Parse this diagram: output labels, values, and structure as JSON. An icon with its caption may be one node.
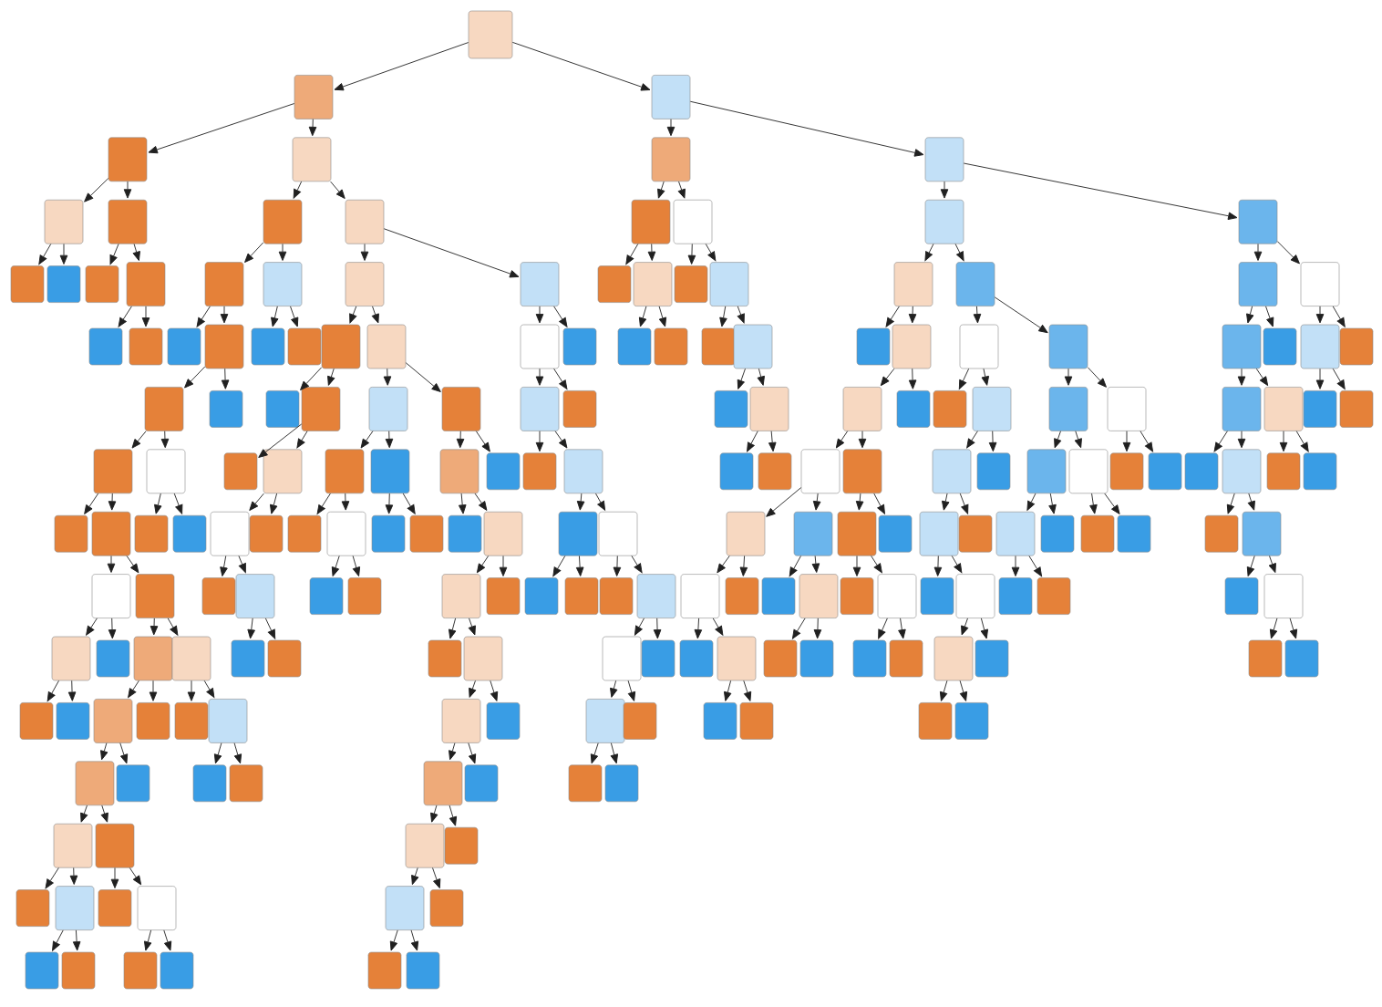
{
  "diagram": {
    "nodes": [
      {
        "text": [],
        "shape": "box"
      },
      {
        "text": [],
        "shape": "box"
      },
      {
        "text": [],
        "shape": "box"
      },
      {
        "text": [],
        "shape": "box"
      },
      {
        "text": [],
        "shape": "box"
      },
      {
        "text": [],
        "shape": "box"
      },
      {
        "text": [],
        "shape": "box"
      },
      {
        "text": [],
        "shape": "box"
      },
      {
        "text": [],
        "shape": "box"
      },
      {
        "text": [],
        "shape": "box"
      },
      {
        "text": [],
        "shape": "box"
      },
      {
        "text": [],
        "shape": "box"
      },
      {
        "text": [],
        "shape": "box"
      },
      {
        "text": [],
        "shape": "box"
      },
      {
        "text": [],
        "shape": "box"
      },
      {
        "text": [],
        "shape": "box"
      },
      {
        "text": [],
        "shape": "box"
      },
      {
        "text": [],
        "shape": "box"
      },
      {
        "text": [],
        "shape": "box"
      },
      {
        "text": [],
        "shape": "box"
      },
      {
        "text": [],
        "shape": "box"
      },
      {
        "text": [],
        "shape": "box"
      },
      {
        "text": [],
        "shape": "box"
      },
      {
        "text": [],
        "shape": "box"
      },
      {
        "text": [],
        "shape": "box"
      },
      {
        "text": [],
        "shape": "box"
      },
      {
        "text": [],
        "shape": "box"
      },
      {
        "text": [],
        "shape": "box"
      },
      {
        "text": [],
        "shape": "box"
      },
      {
        "text": [],
        "shape": "box"
      },
      {
        "text": [],
        "shape": "box"
      },
      {
        "text": [],
        "shape": "box"
      },
      {
        "text": [],
        "shape": "box"
      },
      {
        "text": [],
        "shape": "box"
      },
      {
        "text": [],
        "shape": "box"
      },
      {
        "text": [],
        "shape": "box"
      },
      {
        "text": [],
        "shape": "box"
      },
      {
        "text": [],
        "shape": "box"
      },
      {
        "text": [],
        "shape": "box"
      },
      {
        "text": [],
        "shape": "box"
      },
      {
        "text": [],
        "shape": "box"
      },
      {
        "text": [],
        "shape": "box"
      },
      {
        "text": [],
        "shape": "box"
      },
      {
        "text": [],
        "shape": "box"
      },
      {
        "text": [],
        "shape": "box"
      },
      {
        "text": [],
        "shape": "box"
      },
      {
        "text": [],
        "shape": "box"
      },
      {
        "text": [],
        "shape": "box"
      },
      {
        "text": [],
        "shape": "box"
      },
      {
        "text": [],
        "shape": "box"
      },
      {
        "text": [],
        "shape": "box"
      },
      {
        "text": [],
        "shape": "box"
      },
      {
        "text": [],
        "shape": "box"
      },
      {
        "text": [],
        "shape": "box"
      },
      {
        "text": [],
        "shape": "box"
      },
      {
        "text": [],
        "shape": "box"
      },
      {
        "text": [],
        "shape": "box"
      },
      {
        "text": [],
        "shape": "box"
      },
      {
        "text": [],
        "shape": "box"
      },
      {
        "text": [],
        "shape": "box"
      },
      {
        "text": [],
        "shape": "box"
      },
      {
        "text": [],
        "shape": "box"
      },
      {
        "text": [],
        "shape": "box"
      },
      {
        "text": [],
        "shape": "box"
      },
      {
        "text": [],
        "shape": "box"
      },
      {
        "text": [],
        "shape": "box"
      },
      {
        "text": [],
        "shape": "box"
      },
      {
        "text": [],
        "shape": "box"
      },
      {
        "text": [],
        "shape": "box"
      },
      {
        "text": [],
        "shape": "box"
      },
      {
        "text": [],
        "shape": "box"
      },
      {
        "text": [],
        "shape": "box"
      },
      {
        "text": [],
        "shape": "box"
      },
      {
        "text": [],
        "shape": "box"
      },
      {
        "text": [],
        "shape": "box"
      },
      {
        "text": [],
        "shape": "box"
      },
      {
        "text": [],
        "shape": "box"
      },
      {
        "text": [],
        "shape": "box"
      },
      {
        "text": [],
        "shape": "box"
      },
      {
        "text": [],
        "shape": "box"
      },
      {
        "text": [],
        "shape": "box"
      },
      {
        "text": [],
        "shape": "box"
      },
      {
        "text": [],
        "shape": "box"
      },
      {
        "text": [],
        "shape": "box"
      },
      {
        "text": [],
        "shape": "box"
      },
      {
        "text": [],
        "shape": "box"
      },
      {
        "text": [],
        "shape": "box"
      },
      {
        "text": [],
        "shape": "box"
      },
      {
        "text": [],
        "shape": "box"
      },
      {
        "text": [],
        "shape": "box"
      },
      {
        "text": [],
        "shape": "box"
      },
      {
        "text": [],
        "shape": "box"
      },
      {
        "text": [],
        "shape": "box"
      },
      {
        "text": [],
        "shape": "box"
      },
      {
        "text": [],
        "shape": "box"
      },
      {
        "text": [],
        "shape": "box"
      },
      {
        "text": [],
        "shape": "box"
      },
      {
        "text": [],
        "shape": "box"
      },
      {
        "text": [],
        "shape": "box"
      },
      {
        "text": [],
        "shape": "box"
      },
      {
        "text": [],
        "shape": "box"
      },
      {
        "text": [],
        "shape": "box"
      },
      {
        "text": [],
        "shape": "box"
      },
      {
        "text": [],
        "shape": "box"
      },
      {
        "text": [],
        "shape": "box"
      },
      {
        "text": [],
        "shape": "box"
      },
      {
        "text": [],
        "shape": "box"
      },
      {
        "text": [],
        "shape": "box"
      },
      {
        "text": [],
        "shape": "box"
      },
      {
        "text": [],
        "shape": "box"
      },
      {
        "text": [],
        "shape": "box"
      },
      {
        "text": [],
        "shape": "box"
      },
      {
        "text": [],
        "shape": "box"
      },
      {
        "text": [],
        "shape": "box"
      },
      {
        "text": [],
        "shape": "box"
      },
      {
        "text": [],
        "shape": "box"
      },
      {
        "text": [],
        "shape": "box"
      },
      {
        "text": [],
        "shape": "box"
      },
      {
        "text": [],
        "shape": "box"
      },
      {
        "text": [],
        "shape": "box"
      },
      {
        "text": [],
        "shape": "box"
      },
      {
        "text": [],
        "shape": "box"
      },
      {
        "text": [],
        "shape": "box"
      },
      {
        "text": [],
        "shape": "box"
      },
      {
        "text": [],
        "shape": "box"
      },
      {
        "text": [],
        "shape": "box"
      },
      {
        "text": [],
        "shape": "box"
      },
      {
        "text": [],
        "shape": "box"
      },
      {
        "text": [],
        "shape": "box"
      },
      {
        "text": [],
        "shape": "box"
      },
      {
        "text": [],
        "shape": "box"
      },
      {
        "text": [],
        "shape": "box"
      },
      {
        "text": [],
        "shape": "box"
      },
      {
        "text": [],
        "shape": "box"
      },
      {
        "text": [],
        "shape": "box"
      },
      {
        "text": [],
        "shape": "box"
      },
      {
        "text": [],
        "shape": "box"
      },
      {
        "text": [],
        "shape": "box"
      },
      {
        "text": [],
        "shape": "box"
      },
      {
        "text": [],
        "shape": "box"
      },
      {
        "text": [],
        "shape": "box"
      },
      {
        "text": [],
        "shape": "box"
      },
      {
        "text": [],
        "shape": "box"
      },
      {
        "text": [],
        "shape": "box"
      },
      {
        "text": [],
        "shape": "box"
      },
      {
        "text": [],
        "shape": "box"
      },
      {
        "text": [],
        "shape": "box"
      },
      {
        "text": [],
        "shape": "box"
      },
      {
        "text": [],
        "shape": "box"
      },
      {
        "text": [],
        "shape": "box"
      },
      {
        "text": [],
        "shape": "box"
      },
      {
        "text": [],
        "shape": "box"
      },
      {
        "text": [],
        "shape": "box"
      },
      {
        "text": [],
        "shape": "box"
      },
      {
        "text": [],
        "shape": "box"
      },
      {
        "text": [],
        "shape": "box"
      },
      {
        "text": [],
        "shape": "box"
      },
      {
        "text": [],
        "shape": "box"
      },
      {
        "text": [],
        "shape": "box"
      },
      {
        "text": [],
        "shape": "box"
      },
      {
        "text": [],
        "shape": "box"
      },
      {
        "text": [],
        "shape": "box"
      },
      {
        "text": [],
        "shape": "box"
      },
      {
        "text": [],
        "shape": "box"
      },
      {
        "text": [],
        "shape": "box"
      },
      {
        "text": [],
        "shape": "box"
      },
      {
        "text": [],
        "shape": "box"
      },
      {
        "text": [],
        "shape": "box"
      },
      {
        "text": [],
        "shape": "box"
      },
      {
        "text": [],
        "shape": "box"
      },
      {
        "text": [],
        "shape": "box"
      },
      {
        "text": [],
        "shape": "box"
      },
      {
        "text": [],
        "shape": "box"
      },
      {
        "text": [],
        "shape": "box"
      },
      {
        "text": [],
        "shape": "box"
      },
      {
        "text": [],
        "shape": "box"
      },
      {
        "text": [],
        "shape": "box"
      },
      {
        "text": [],
        "shape": "box"
      },
      {
        "text": [],
        "shape": "box"
      },
      {
        "text": [],
        "shape": "box"
      },
      {
        "text": [],
        "shape": "box"
      },
      {
        "text": [],
        "shape": "box"
      },
      {
        "text": [],
        "shape": "box"
      },
      {
        "text": [],
        "shape": "box"
      },
      {
        "text": [],
        "shape": "box"
      },
      {
        "text": [],
        "shape": "box"
      },
      {
        "text": [],
        "shape": "box"
      },
      {
        "text": [],
        "shape": "box"
      },
      {
        "text": [],
        "shape": "box"
      },
      {
        "text": [],
        "shape": "box"
      },
      {
        "text": [],
        "shape": "box"
      },
      {
        "text": [],
        "shape": "box"
      },
      {
        "text": [],
        "shape": "box"
      },
      {
        "text": [],
        "shape": "box"
      },
      {
        "text": [],
        "shape": "box"
      },
      {
        "text": [],
        "shape": "box"
      },
      {
        "text": [],
        "shape": "box"
      },
      {
        "text": [],
        "shape": "box"
      },
      {
        "text": [],
        "shape": "box"
      },
      {
        "text": [],
        "shape": "box"
      },
      {
        "text": [],
        "shape": "box"
      },
      {
        "text": [],
        "shape": "box"
      },
      {
        "text": [],
        "shape": "box"
      },
      {
        "text": [],
        "shape": "box"
      },
      {
        "text": [],
        "shape": "box"
      }
    ],
    "edges": [
      {
        "from": 0,
        "to": 1,
        "arrow": "to"
      },
      {
        "from": 0,
        "to": 2,
        "arrow": "to"
      },
      {
        "from": 1,
        "to": 3,
        "arrow": "to"
      },
      {
        "from": 1,
        "to": 4,
        "arrow": "to"
      },
      {
        "from": 2,
        "to": 5,
        "arrow": "to"
      },
      {
        "from": 2,
        "to": 6,
        "arrow": "to"
      },
      {
        "from": 3,
        "to": 7,
        "arrow": "to"
      },
      {
        "from": 3,
        "to": 8,
        "arrow": "to"
      },
      {
        "from": 4,
        "to": 9,
        "arrow": "to"
      },
      {
        "from": 4,
        "to": 10,
        "arrow": "to"
      },
      {
        "from": 5,
        "to": 11,
        "arrow": "to"
      },
      {
        "from": 5,
        "to": 12,
        "arrow": "to"
      },
      {
        "from": 6,
        "to": 13,
        "arrow": "to"
      },
      {
        "from": 6,
        "to": 14,
        "arrow": "to"
      },
      {
        "from": 7,
        "to": 15,
        "arrow": "to"
      },
      {
        "from": 7,
        "to": 16,
        "arrow": "to"
      },
      {
        "from": 8,
        "to": 17,
        "arrow": "to"
      },
      {
        "from": 8,
        "to": 18,
        "arrow": "to"
      },
      {
        "from": 9,
        "to": 19,
        "arrow": "to"
      },
      {
        "from": 9,
        "to": 20,
        "arrow": "to"
      },
      {
        "from": 10,
        "to": 21,
        "arrow": "to"
      },
      {
        "from": 10,
        "to": 22,
        "arrow": "to"
      },
      {
        "from": 11,
        "to": 23,
        "arrow": "to"
      },
      {
        "from": 11,
        "to": 24,
        "arrow": "to"
      },
      {
        "from": 12,
        "to": 25,
        "arrow": "to"
      },
      {
        "from": 12,
        "to": 26,
        "arrow": "to"
      },
      {
        "from": 13,
        "to": 27,
        "arrow": "to"
      },
      {
        "from": 13,
        "to": 28,
        "arrow": "to"
      },
      {
        "from": 14,
        "to": 29,
        "arrow": "to"
      },
      {
        "from": 14,
        "to": 30,
        "arrow": "to"
      },
      {
        "from": 18,
        "to": 31,
        "arrow": "to"
      },
      {
        "from": 18,
        "to": 32,
        "arrow": "to"
      },
      {
        "from": 19,
        "to": 33,
        "arrow": "to"
      },
      {
        "from": 19,
        "to": 34,
        "arrow": "to"
      },
      {
        "from": 20,
        "to": 35,
        "arrow": "to"
      },
      {
        "from": 20,
        "to": 36,
        "arrow": "to"
      },
      {
        "from": 21,
        "to": 37,
        "arrow": "to"
      },
      {
        "from": 21,
        "to": 38,
        "arrow": "to"
      },
      {
        "from": 22,
        "to": 39,
        "arrow": "to"
      },
      {
        "from": 22,
        "to": 40,
        "arrow": "to"
      },
      {
        "from": 24,
        "to": 41,
        "arrow": "to"
      },
      {
        "from": 24,
        "to": 42,
        "arrow": "to"
      },
      {
        "from": 26,
        "to": 43,
        "arrow": "to"
      },
      {
        "from": 26,
        "to": 44,
        "arrow": "to"
      },
      {
        "from": 27,
        "to": 45,
        "arrow": "to"
      },
      {
        "from": 27,
        "to": 46,
        "arrow": "to"
      },
      {
        "from": 28,
        "to": 47,
        "arrow": "to"
      },
      {
        "from": 28,
        "to": 48,
        "arrow": "to"
      },
      {
        "from": 29,
        "to": 49,
        "arrow": "to"
      },
      {
        "from": 29,
        "to": 50,
        "arrow": "to"
      },
      {
        "from": 30,
        "to": 51,
        "arrow": "to"
      },
      {
        "from": 30,
        "to": 52,
        "arrow": "to"
      },
      {
        "from": 34,
        "to": 53,
        "arrow": "to"
      },
      {
        "from": 34,
        "to": 54,
        "arrow": "to"
      },
      {
        "from": 37,
        "to": 55,
        "arrow": "to"
      },
      {
        "from": 37,
        "to": 56,
        "arrow": "to"
      },
      {
        "from": 38,
        "to": 57,
        "arrow": "to"
      },
      {
        "from": 38,
        "to": 58,
        "arrow": "to"
      },
      {
        "from": 39,
        "to": 59,
        "arrow": "to"
      },
      {
        "from": 39,
        "to": 60,
        "arrow": "to"
      },
      {
        "from": 44,
        "to": 61,
        "arrow": "to"
      },
      {
        "from": 44,
        "to": 62,
        "arrow": "to"
      },
      {
        "from": 46,
        "to": 63,
        "arrow": "to"
      },
      {
        "from": 46,
        "to": 64,
        "arrow": "to"
      },
      {
        "from": 47,
        "to": 65,
        "arrow": "to"
      },
      {
        "from": 47,
        "to": 66,
        "arrow": "to"
      },
      {
        "from": 48,
        "to": 67,
        "arrow": "to"
      },
      {
        "from": 48,
        "to": 68,
        "arrow": "to"
      },
      {
        "from": 49,
        "to": 69,
        "arrow": "to"
      },
      {
        "from": 49,
        "to": 70,
        "arrow": "to"
      },
      {
        "from": 51,
        "to": 71,
        "arrow": "to"
      },
      {
        "from": 51,
        "to": 72,
        "arrow": "to"
      },
      {
        "from": 53,
        "to": 73,
        "arrow": "to"
      },
      {
        "from": 53,
        "to": 74,
        "arrow": "to"
      },
      {
        "from": 56,
        "to": 75,
        "arrow": "to"
      },
      {
        "from": 56,
        "to": 76,
        "arrow": "to"
      },
      {
        "from": 57,
        "to": 77,
        "arrow": "to"
      },
      {
        "from": 57,
        "to": 78,
        "arrow": "to"
      },
      {
        "from": 58,
        "to": 79,
        "arrow": "to"
      },
      {
        "from": 58,
        "to": 80,
        "arrow": "to"
      },
      {
        "from": 59,
        "to": 81,
        "arrow": "to"
      },
      {
        "from": 59,
        "to": 82,
        "arrow": "to"
      },
      {
        "from": 62,
        "to": 83,
        "arrow": "to"
      },
      {
        "from": 62,
        "to": 84,
        "arrow": "to"
      },
      {
        "from": 63,
        "to": 85,
        "arrow": "to"
      },
      {
        "from": 63,
        "to": 86,
        "arrow": "to"
      },
      {
        "from": 66,
        "to": 87,
        "arrow": "to"
      },
      {
        "from": 66,
        "to": 88,
        "arrow": "to"
      },
      {
        "from": 67,
        "to": 89,
        "arrow": "to"
      },
      {
        "from": 67,
        "to": 90,
        "arrow": "to"
      },
      {
        "from": 68,
        "to": 91,
        "arrow": "to"
      },
      {
        "from": 68,
        "to": 92,
        "arrow": "to"
      },
      {
        "from": 69,
        "to": 93,
        "arrow": "to"
      },
      {
        "from": 69,
        "to": 94,
        "arrow": "to"
      },
      {
        "from": 70,
        "to": 95,
        "arrow": "to"
      },
      {
        "from": 70,
        "to": 96,
        "arrow": "to"
      },
      {
        "from": 73,
        "to": 97,
        "arrow": "to"
      },
      {
        "from": 73,
        "to": 98,
        "arrow": "to"
      },
      {
        "from": 74,
        "to": 99,
        "arrow": "to"
      },
      {
        "from": 74,
        "to": 100,
        "arrow": "to"
      },
      {
        "from": 76,
        "to": 101,
        "arrow": "to"
      },
      {
        "from": 76,
        "to": 102,
        "arrow": "to"
      },
      {
        "from": 77,
        "to": 103,
        "arrow": "to"
      },
      {
        "from": 77,
        "to": 104,
        "arrow": "to"
      },
      {
        "from": 78,
        "to": 105,
        "arrow": "to"
      },
      {
        "from": 78,
        "to": 106,
        "arrow": "to"
      },
      {
        "from": 79,
        "to": 107,
        "arrow": "to"
      },
      {
        "from": 79,
        "to": 108,
        "arrow": "to"
      },
      {
        "from": 82,
        "to": 109,
        "arrow": "to"
      },
      {
        "from": 82,
        "to": 110,
        "arrow": "to"
      },
      {
        "from": 85,
        "to": 111,
        "arrow": "to"
      },
      {
        "from": 85,
        "to": 112,
        "arrow": "to"
      },
      {
        "from": 86,
        "to": 113,
        "arrow": "to"
      },
      {
        "from": 86,
        "to": 114,
        "arrow": "to"
      },
      {
        "from": 87,
        "to": 115,
        "arrow": "to"
      },
      {
        "from": 87,
        "to": 116,
        "arrow": "to"
      },
      {
        "from": 89,
        "to": 117,
        "arrow": "to"
      },
      {
        "from": 89,
        "to": 118,
        "arrow": "to"
      },
      {
        "from": 90,
        "to": 119,
        "arrow": "to"
      },
      {
        "from": 90,
        "to": 120,
        "arrow": "to"
      },
      {
        "from": 94,
        "to": 121,
        "arrow": "to"
      },
      {
        "from": 94,
        "to": 122,
        "arrow": "to"
      },
      {
        "from": 98,
        "to": 123,
        "arrow": "to"
      },
      {
        "from": 98,
        "to": 124,
        "arrow": "to"
      },
      {
        "from": 101,
        "to": 125,
        "arrow": "to"
      },
      {
        "from": 101,
        "to": 126,
        "arrow": "to"
      },
      {
        "from": 104,
        "to": 127,
        "arrow": "to"
      },
      {
        "from": 104,
        "to": 128,
        "arrow": "to"
      },
      {
        "from": 108,
        "to": 129,
        "arrow": "to"
      },
      {
        "from": 108,
        "to": 130,
        "arrow": "to"
      },
      {
        "from": 109,
        "to": 131,
        "arrow": "to"
      },
      {
        "from": 109,
        "to": 132,
        "arrow": "to"
      },
      {
        "from": 110,
        "to": 133,
        "arrow": "to"
      },
      {
        "from": 110,
        "to": 134,
        "arrow": "to"
      },
      {
        "from": 111,
        "to": 135,
        "arrow": "to"
      },
      {
        "from": 111,
        "to": 136,
        "arrow": "to"
      },
      {
        "from": 112,
        "to": 137,
        "arrow": "to"
      },
      {
        "from": 112,
        "to": 138,
        "arrow": "to"
      },
      {
        "from": 113,
        "to": 139,
        "arrow": "to"
      },
      {
        "from": 113,
        "to": 140,
        "arrow": "to"
      },
      {
        "from": 115,
        "to": 141,
        "arrow": "to"
      },
      {
        "from": 115,
        "to": 142,
        "arrow": "to"
      },
      {
        "from": 117,
        "to": 143,
        "arrow": "to"
      },
      {
        "from": 117,
        "to": 144,
        "arrow": "to"
      },
      {
        "from": 122,
        "to": 145,
        "arrow": "to"
      },
      {
        "from": 122,
        "to": 146,
        "arrow": "to"
      },
      {
        "from": 123,
        "to": 147,
        "arrow": "to"
      },
      {
        "from": 123,
        "to": 148,
        "arrow": "to"
      },
      {
        "from": 124,
        "to": 149,
        "arrow": "to"
      },
      {
        "from": 124,
        "to": 150,
        "arrow": "to"
      },
      {
        "from": 126,
        "to": 151,
        "arrow": "to"
      },
      {
        "from": 126,
        "to": 152,
        "arrow": "to"
      },
      {
        "from": 129,
        "to": 153,
        "arrow": "to"
      },
      {
        "from": 129,
        "to": 154,
        "arrow": "to"
      },
      {
        "from": 134,
        "to": 155,
        "arrow": "to"
      },
      {
        "from": 134,
        "to": 156,
        "arrow": "to"
      },
      {
        "from": 135,
        "to": 157,
        "arrow": "to"
      },
      {
        "from": 135,
        "to": 158,
        "arrow": "to"
      },
      {
        "from": 138,
        "to": 159,
        "arrow": "to"
      },
      {
        "from": 138,
        "to": 160,
        "arrow": "to"
      },
      {
        "from": 140,
        "to": 161,
        "arrow": "to"
      },
      {
        "from": 140,
        "to": 162,
        "arrow": "to"
      },
      {
        "from": 142,
        "to": 163,
        "arrow": "to"
      },
      {
        "from": 142,
        "to": 164,
        "arrow": "to"
      },
      {
        "from": 146,
        "to": 165,
        "arrow": "to"
      },
      {
        "from": 146,
        "to": 166,
        "arrow": "to"
      },
      {
        "from": 147,
        "to": 167,
        "arrow": "to"
      },
      {
        "from": 147,
        "to": 168,
        "arrow": "to"
      },
      {
        "from": 149,
        "to": 169,
        "arrow": "to"
      },
      {
        "from": 149,
        "to": 170,
        "arrow": "to"
      },
      {
        "from": 150,
        "to": 171,
        "arrow": "to"
      },
      {
        "from": 150,
        "to": 172,
        "arrow": "to"
      },
      {
        "from": 154,
        "to": 173,
        "arrow": "to"
      },
      {
        "from": 154,
        "to": 174,
        "arrow": "to"
      },
      {
        "from": 155,
        "to": 175,
        "arrow": "to"
      },
      {
        "from": 155,
        "to": 176,
        "arrow": "to"
      },
      {
        "from": 158,
        "to": 177,
        "arrow": "to"
      },
      {
        "from": 158,
        "to": 178,
        "arrow": "to"
      },
      {
        "from": 163,
        "to": 179,
        "arrow": "to"
      },
      {
        "from": 163,
        "to": 180,
        "arrow": "to"
      },
      {
        "from": 169,
        "to": 181,
        "arrow": "to"
      },
      {
        "from": 169,
        "to": 182,
        "arrow": "to"
      },
      {
        "from": 172,
        "to": 183,
        "arrow": "to"
      },
      {
        "from": 172,
        "to": 184,
        "arrow": "to"
      },
      {
        "from": 173,
        "to": 185,
        "arrow": "to"
      },
      {
        "from": 173,
        "to": 186,
        "arrow": "to"
      },
      {
        "from": 175,
        "to": 187,
        "arrow": "to"
      },
      {
        "from": 175,
        "to": 188,
        "arrow": "to"
      },
      {
        "from": 181,
        "to": 189,
        "arrow": "to"
      },
      {
        "from": 181,
        "to": 190,
        "arrow": "to"
      },
      {
        "from": 185,
        "to": 191,
        "arrow": "to"
      },
      {
        "from": 185,
        "to": 192,
        "arrow": "to"
      },
      {
        "from": 189,
        "to": 193,
        "arrow": "to"
      },
      {
        "from": 189,
        "to": 194,
        "arrow": "to"
      },
      {
        "from": 190,
        "to": 195,
        "arrow": "to"
      },
      {
        "from": 190,
        "to": 196,
        "arrow": "to"
      },
      {
        "from": 191,
        "to": 197,
        "arrow": "to"
      },
      {
        "from": 191,
        "to": 198,
        "arrow": "to"
      },
      {
        "from": 194,
        "to": 199,
        "arrow": "to"
      },
      {
        "from": 194,
        "to": 200,
        "arrow": "to"
      },
      {
        "from": 196,
        "to": 201,
        "arrow": "to"
      },
      {
        "from": 196,
        "to": 202,
        "arrow": "to"
      },
      {
        "from": 197,
        "to": 203,
        "arrow": "to"
      },
      {
        "from": 197,
        "to": 204,
        "arrow": "to"
      }
    ]
  }
}
